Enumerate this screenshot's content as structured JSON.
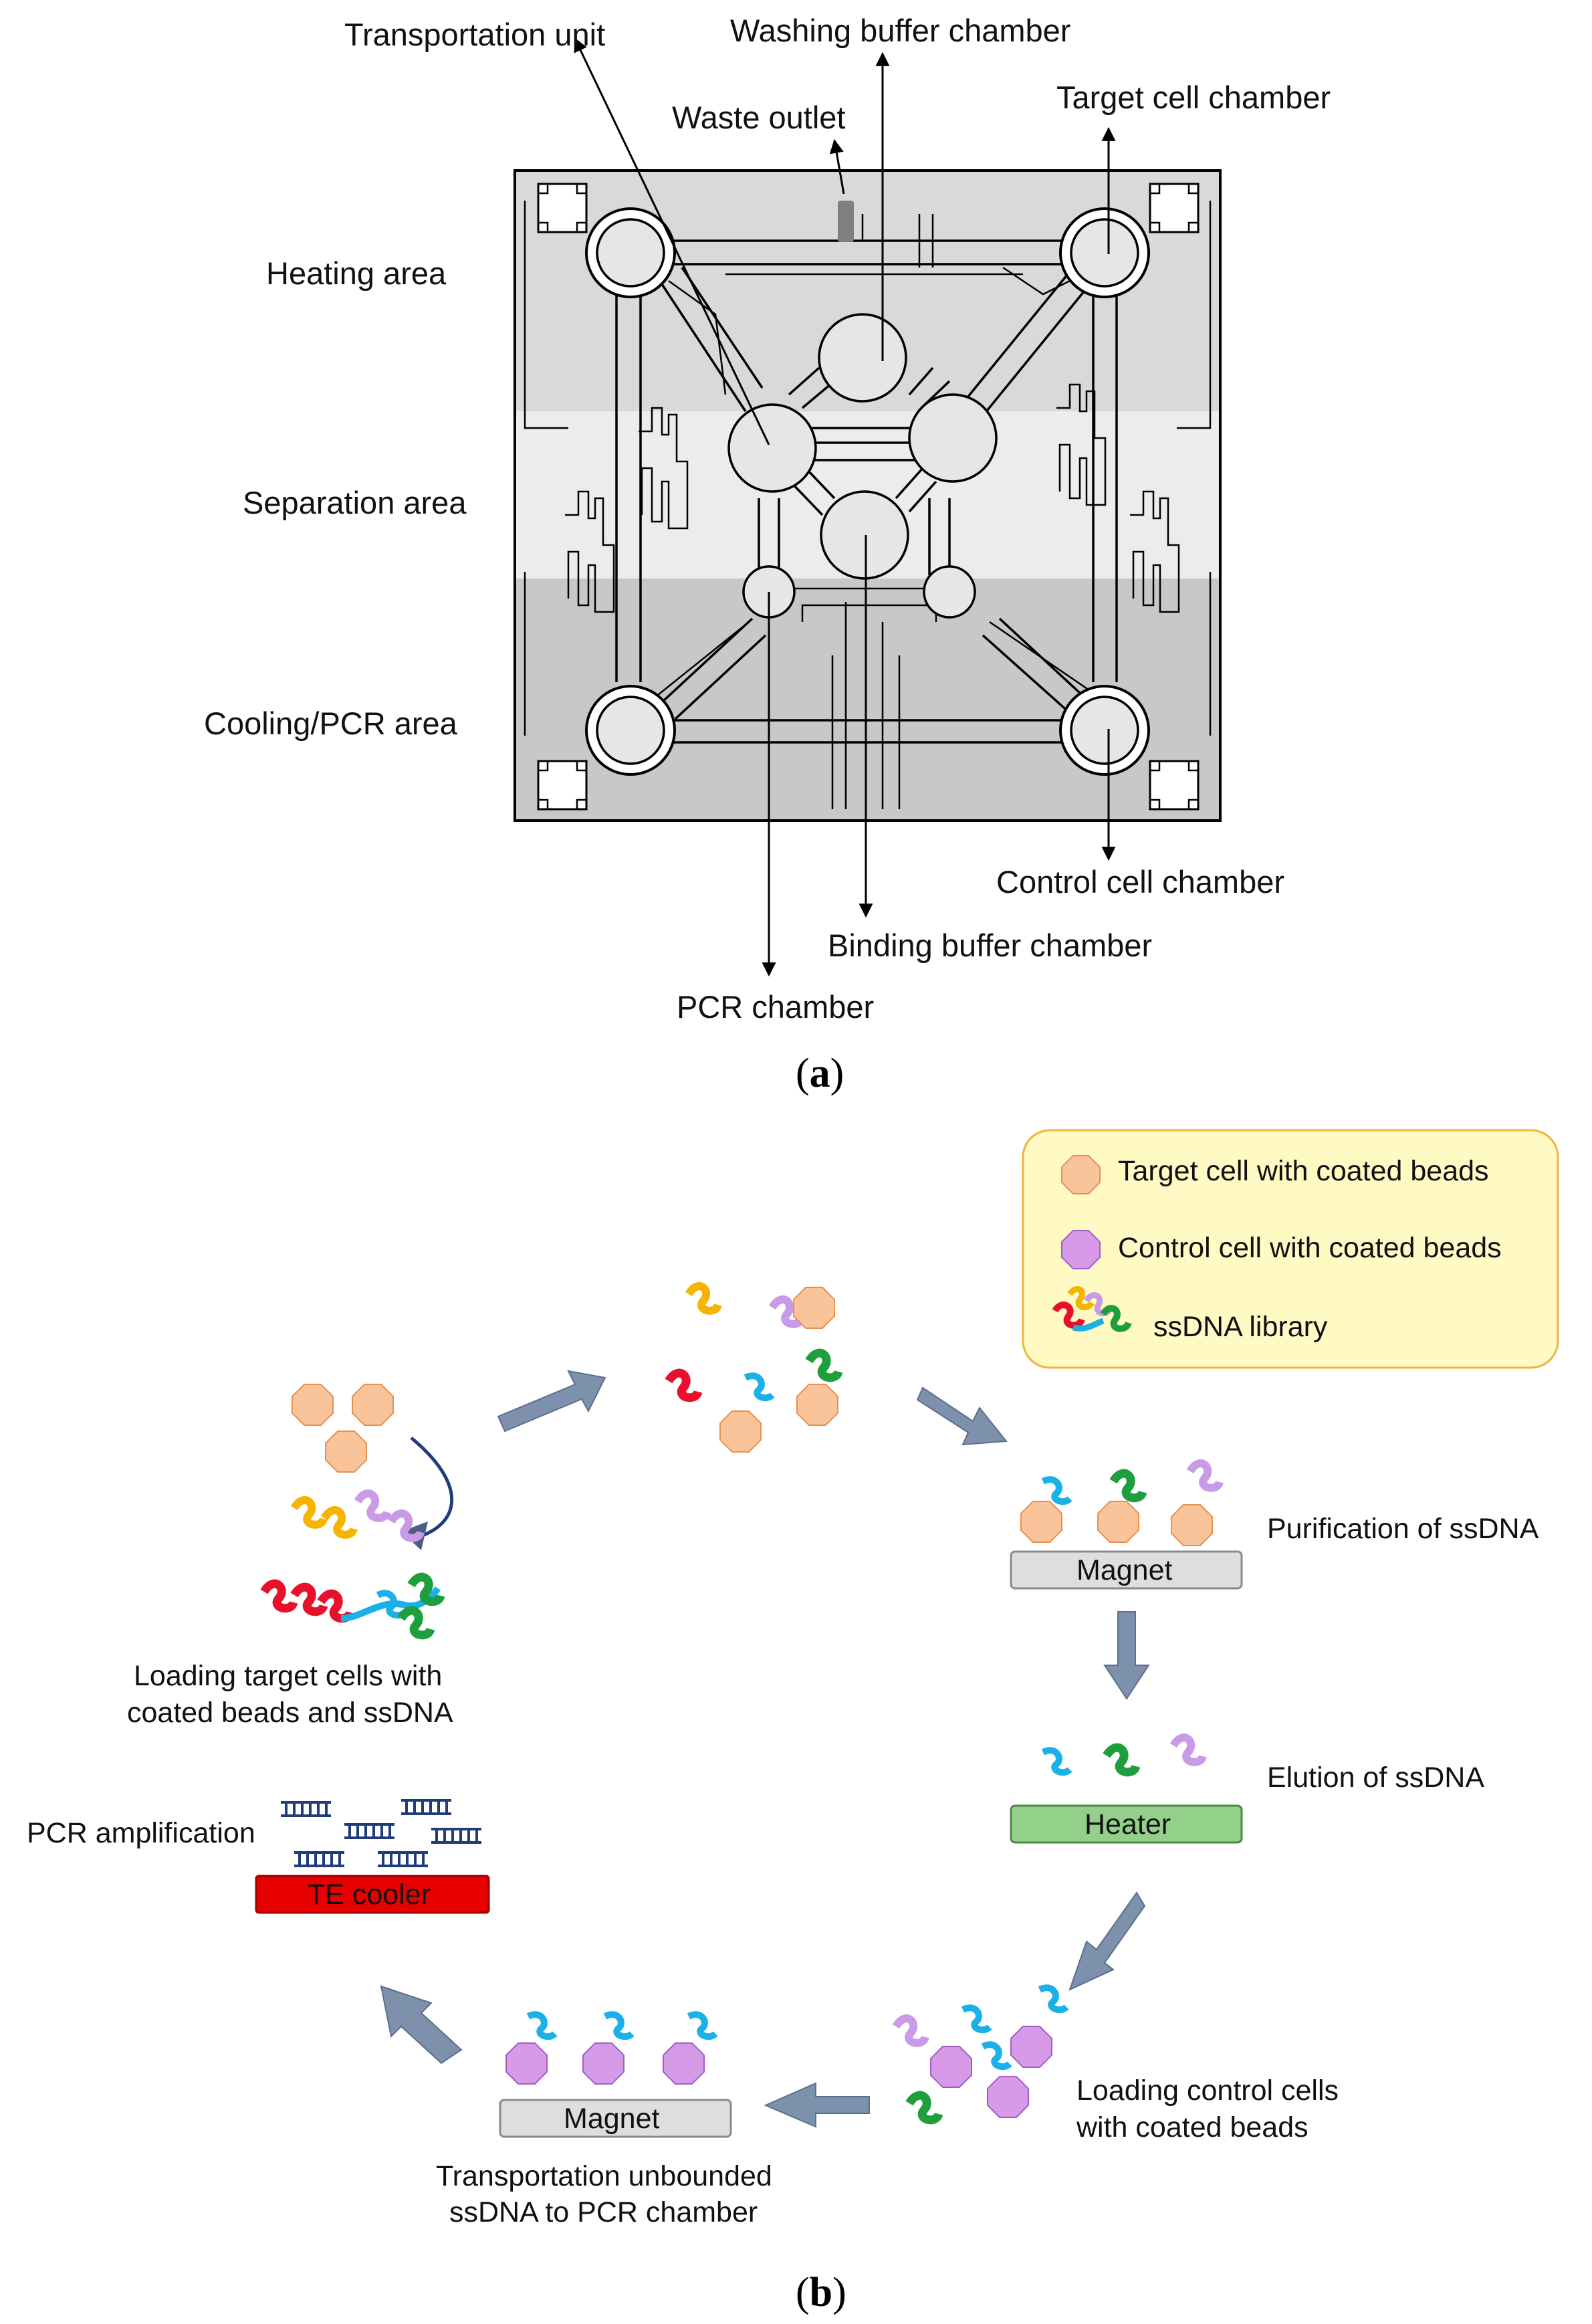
{
  "panel_a": {
    "label_left": "(",
    "label_letter": "a",
    "label_right": ")",
    "chip_labels": {
      "transportation_unit": "Transportation unit",
      "washing_buffer_chamber": "Washing buffer chamber",
      "waste_outlet": "Waste outlet",
      "target_cell_chamber": "Target cell chamber",
      "heating_area": "Heating area",
      "separation_area": "Separation area",
      "cooling_pcr_area": "Cooling/PCR area",
      "control_cell_chamber": "Control cell chamber",
      "binding_buffer_chamber": "Binding buffer chamber",
      "pcr_chamber": "PCR chamber"
    },
    "zone_colors": {
      "heating": "#d9d9d9",
      "separation": "#ececec",
      "cooling": "#c8c8c8"
    }
  },
  "panel_b": {
    "label_left": "(",
    "label_letter": "b",
    "label_right": ")",
    "legend": {
      "target_cell": "Target cell with coated beads",
      "control_cell": "Control cell with coated beads",
      "ssdna_library": "ssDNA library"
    },
    "steps": {
      "loading_target_line1": "Loading target cells with",
      "loading_target_line2": "coated beads and ssDNA",
      "purification": "Purification of ssDNA",
      "elution": "Elution of ssDNA",
      "loading_control_line1": "Loading control cells",
      "loading_control_line2": "with coated beads",
      "transport_line1": "Transportation unbounded",
      "transport_line2": "ssDNA to PCR chamber",
      "pcr_amplification": "PCR amplification"
    },
    "devices": {
      "magnet_top": "Magnet",
      "heater": "Heater",
      "magnet_bottom": "Magnet",
      "te_cooler": "TE cooler"
    },
    "colors": {
      "target_bead": "#f9c49a",
      "control_bead": "#d79ae9",
      "legend_bg": "#fff9c4",
      "legend_border": "#f0b43c",
      "arrow": "#7d91ad",
      "magnet": "#dedede",
      "heater": "#93d18b",
      "te_cooler": "#e60000",
      "dna_red": "#e8102a",
      "dna_yellow": "#f5b400",
      "dna_green": "#1e9e3c",
      "dna_blue": "#1ab0e8",
      "dna_violet": "#c89ae8",
      "pcr_product": "#1f3d7a"
    }
  }
}
